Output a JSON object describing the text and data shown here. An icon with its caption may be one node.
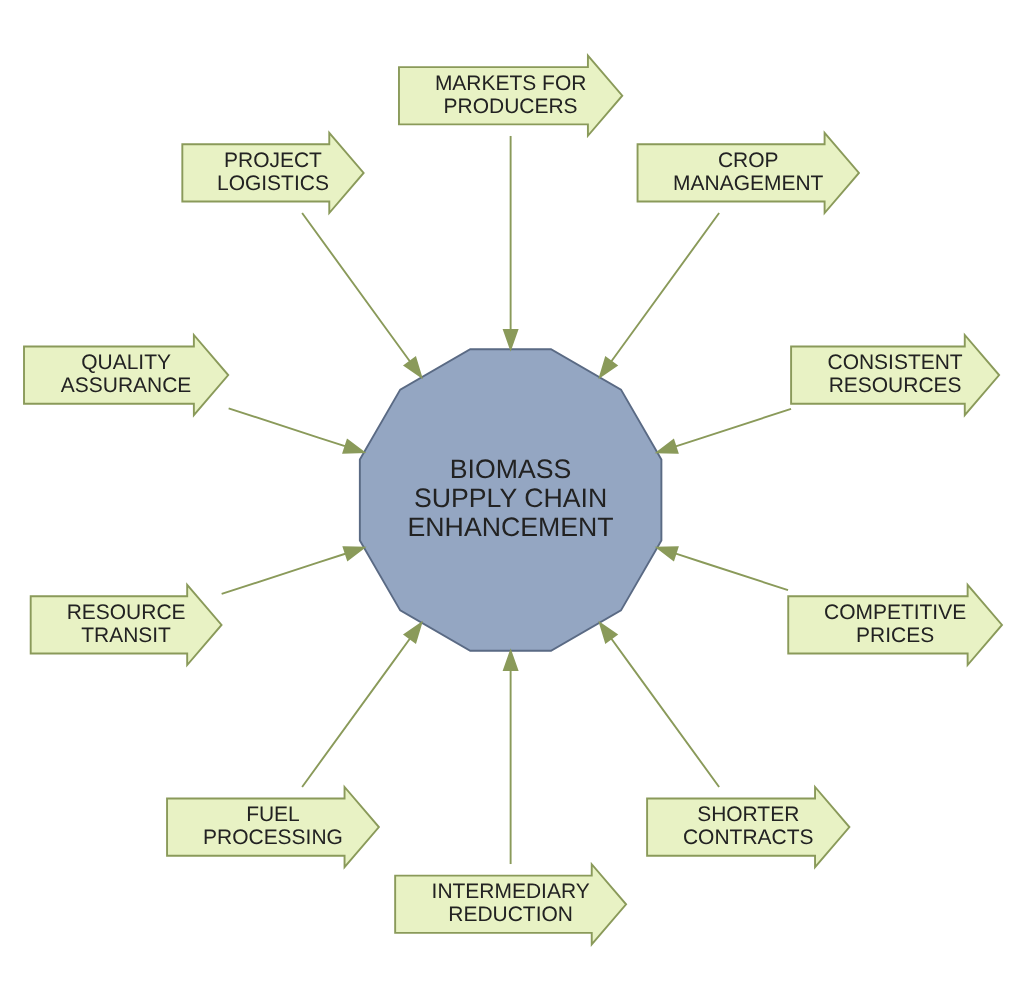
{
  "diagram": {
    "nodes": [
      {
        "text": [
          "BIOMASS SUPPLY CHAIN ENHANCEMENT"
        ]
      },
      {
        "text": [
          "CONSISTENT RESOURCES"
        ]
      },
      {
        "text": [
          "CROP MANAGEMENT"
        ]
      },
      {
        "text": [
          "MARKETS FOR PRODUCERS"
        ]
      },
      {
        "text": [
          "PROJECT LOGISTICS"
        ]
      },
      {
        "text": [
          "QUALITY ASSURANCE"
        ]
      },
      {
        "text": [
          "RESOURCE TRANSIT"
        ]
      },
      {
        "text": [
          "FUEL PROCESSING"
        ]
      },
      {
        "text": [
          "INTERMEDIARY REDUCTION"
        ]
      },
      {
        "text": [
          "SHORTER CONTRACTS"
        ]
      },
      {
        "text": [
          "COMPETITIVE PRICES"
        ]
      }
    ],
    "edges": [
      {
        "from": 1,
        "to": 0,
        "arrow": "to"
      },
      {
        "from": 2,
        "to": 0,
        "arrow": "to"
      },
      {
        "from": 3,
        "to": 0,
        "arrow": "to"
      },
      {
        "from": 4,
        "to": 0,
        "arrow": "to"
      },
      {
        "from": 5,
        "to": 0,
        "arrow": "to"
      },
      {
        "from": 6,
        "to": 0,
        "arrow": "to"
      },
      {
        "from": 7,
        "to": 0,
        "arrow": "to"
      },
      {
        "from": 8,
        "to": 0,
        "arrow": "to"
      },
      {
        "from": 9,
        "to": 0,
        "arrow": "to"
      },
      {
        "from": 10,
        "to": 0,
        "arrow": "to"
      }
    ]
  }
}
